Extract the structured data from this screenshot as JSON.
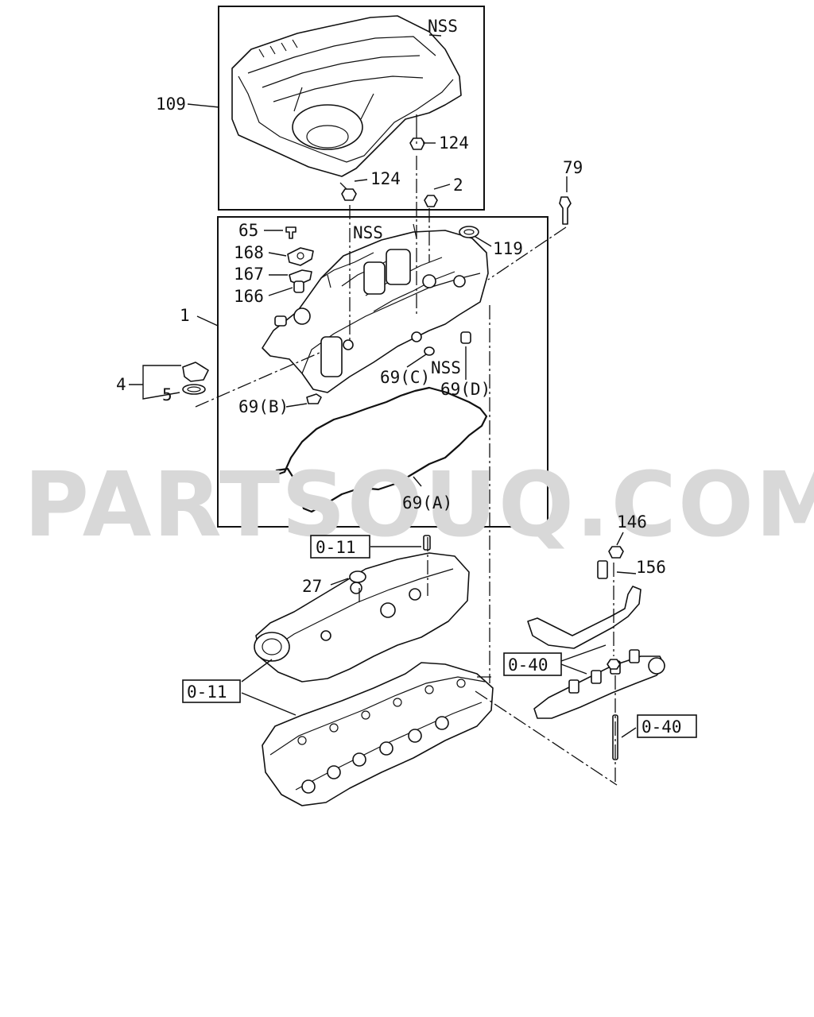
{
  "watermark": "PARTSOUQ.COM",
  "labels": {
    "nss_top": "NSS",
    "l109": "109",
    "l124a": "124",
    "l124b": "124",
    "l2": "2",
    "l79": "79",
    "l65": "65",
    "nss_mid": "NSS",
    "l119": "119",
    "l168": "168",
    "l167": "167",
    "l166": "166",
    "l1": "1",
    "l4": "4",
    "l5": "5",
    "l69c": "69(C)",
    "nss_low": "NSS",
    "l69d": "69(D)",
    "l69b": "69(B)",
    "l69a": "69(A)",
    "ref011_top": "0-11",
    "l146": "146",
    "l156": "156",
    "l27": "27",
    "ref040_a": "0-40",
    "ref011_low": "0-11",
    "ref040_b": "0-40"
  }
}
